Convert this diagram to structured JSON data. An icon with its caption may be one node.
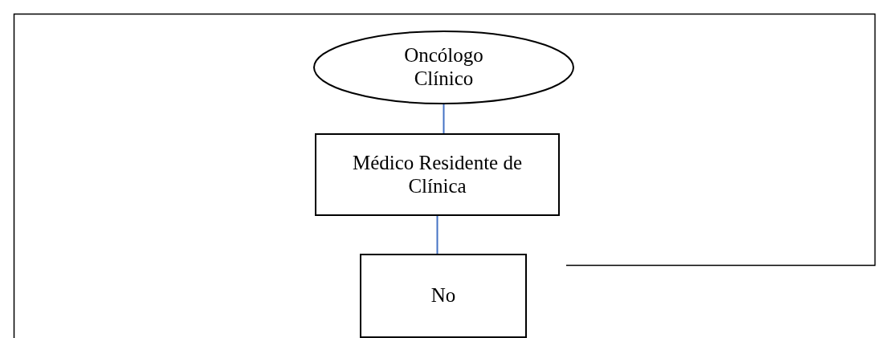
{
  "diagram": {
    "nodes": [
      {
        "text": [
          "Oncólogo Clínico"
        ]
      },
      {
        "text": [
          "Médico Residente de Clínica"
        ]
      },
      {
        "text": [
          "No"
        ]
      }
    ],
    "edges": [
      {
        "from": 0,
        "to": 1,
        "arrow": "none",
        "color": "#4472c4"
      },
      {
        "from": 1,
        "to": 2,
        "arrow": "none",
        "color": "#4472c4"
      }
    ]
  }
}
